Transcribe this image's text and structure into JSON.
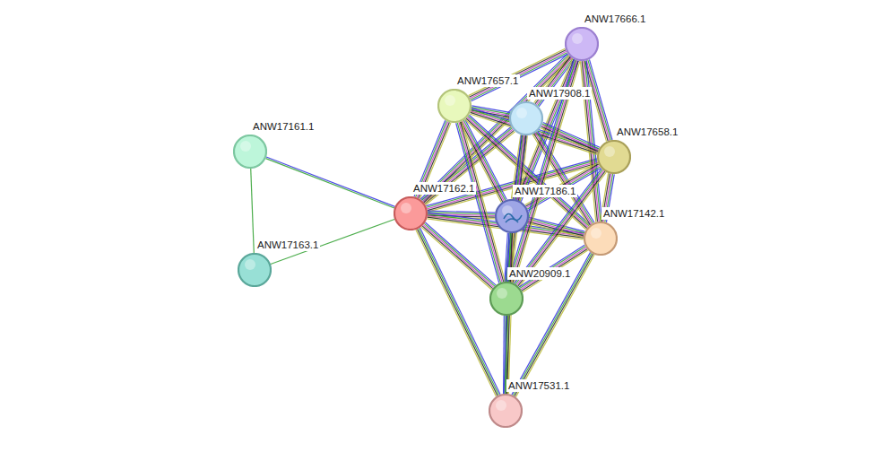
{
  "diagram": {
    "nodes": [
      {
        "text": [
          "ANW17666.1"
        ]
      },
      {
        "text": [
          "ANW17657.1"
        ]
      },
      {
        "text": [
          "ANW17908.1"
        ]
      },
      {
        "text": [
          "ANW17161.1"
        ]
      },
      {
        "text": [
          "ANW17658.1"
        ]
      },
      {
        "text": [
          "ANW17162.1"
        ]
      },
      {
        "text": [
          "ANW17186.1"
        ]
      },
      {
        "text": [
          "ANW17142.1"
        ]
      },
      {
        "text": [
          "ANW17163.1"
        ]
      },
      {
        "text": [
          "ANW20909.1"
        ]
      },
      {
        "text": [
          "ANW17531.1"
        ]
      }
    ],
    "edges": [
      {
        "from": 3,
        "to": 5,
        "arrow": "none"
      },
      {
        "from": 3,
        "to": 8,
        "arrow": "none"
      },
      {
        "from": 8,
        "to": 5,
        "arrow": "none"
      },
      {
        "from": 5,
        "to": 1,
        "arrow": "none"
      },
      {
        "from": 5,
        "to": 2,
        "arrow": "none"
      },
      {
        "from": 5,
        "to": 0,
        "arrow": "none"
      },
      {
        "from": 5,
        "to": 4,
        "arrow": "none"
      },
      {
        "from": 5,
        "to": 6,
        "arrow": "none"
      },
      {
        "from": 5,
        "to": 7,
        "arrow": "none"
      },
      {
        "from": 5,
        "to": 9,
        "arrow": "none"
      },
      {
        "from": 5,
        "to": 10,
        "arrow": "none"
      },
      {
        "from": 0,
        "to": 1,
        "arrow": "none"
      },
      {
        "from": 0,
        "to": 2,
        "arrow": "none"
      },
      {
        "from": 0,
        "to": 4,
        "arrow": "none"
      },
      {
        "from": 0,
        "to": 6,
        "arrow": "none"
      },
      {
        "from": 0,
        "to": 7,
        "arrow": "none"
      },
      {
        "from": 1,
        "to": 2,
        "arrow": "none"
      },
      {
        "from": 1,
        "to": 4,
        "arrow": "none"
      },
      {
        "from": 1,
        "to": 6,
        "arrow": "none"
      },
      {
        "from": 1,
        "to": 7,
        "arrow": "none"
      },
      {
        "from": 2,
        "to": 4,
        "arrow": "none"
      },
      {
        "from": 2,
        "to": 6,
        "arrow": "none"
      },
      {
        "from": 2,
        "to": 7,
        "arrow": "none"
      },
      {
        "from": 4,
        "to": 6,
        "arrow": "none"
      },
      {
        "from": 4,
        "to": 7,
        "arrow": "none"
      },
      {
        "from": 6,
        "to": 7,
        "arrow": "none"
      },
      {
        "from": 9,
        "to": 6,
        "arrow": "none"
      },
      {
        "from": 9,
        "to": 1,
        "arrow": "none"
      },
      {
        "from": 9,
        "to": 2,
        "arrow": "none"
      },
      {
        "from": 9,
        "to": 0,
        "arrow": "none"
      },
      {
        "from": 9,
        "to": 4,
        "arrow": "none"
      },
      {
        "from": 9,
        "to": 7,
        "arrow": "none"
      },
      {
        "from": 10,
        "to": 9,
        "arrow": "none"
      },
      {
        "from": 10,
        "to": 7,
        "arrow": "none"
      },
      {
        "from": 10,
        "to": 6,
        "arrow": "none"
      }
    ]
  }
}
